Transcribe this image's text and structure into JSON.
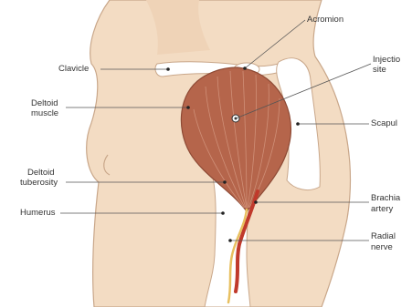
{
  "labels": {
    "acromion": "Acromion",
    "injection_site": [
      "Injectio",
      "site"
    ],
    "clavicle": "Clavicle",
    "deltoid_muscle": [
      "Deltoid",
      "muscle"
    ],
    "scapula": "Scapul",
    "deltoid_tuberosity": [
      "Deltoid",
      "tuberosity"
    ],
    "humerus": "Humerus",
    "brachial_artery": [
      "Brachia",
      "artery"
    ],
    "radial_nerve": [
      "Radial",
      "nerve"
    ]
  },
  "colors": {
    "skin": "#f3dcc3",
    "skin_outline": "#c9a78a",
    "bone": "#ffffff",
    "muscle": "#b5654b",
    "muscle_line": "#d69a83",
    "artery": "#c0392b",
    "nerve": "#e8c060",
    "leader": "#555555"
  }
}
